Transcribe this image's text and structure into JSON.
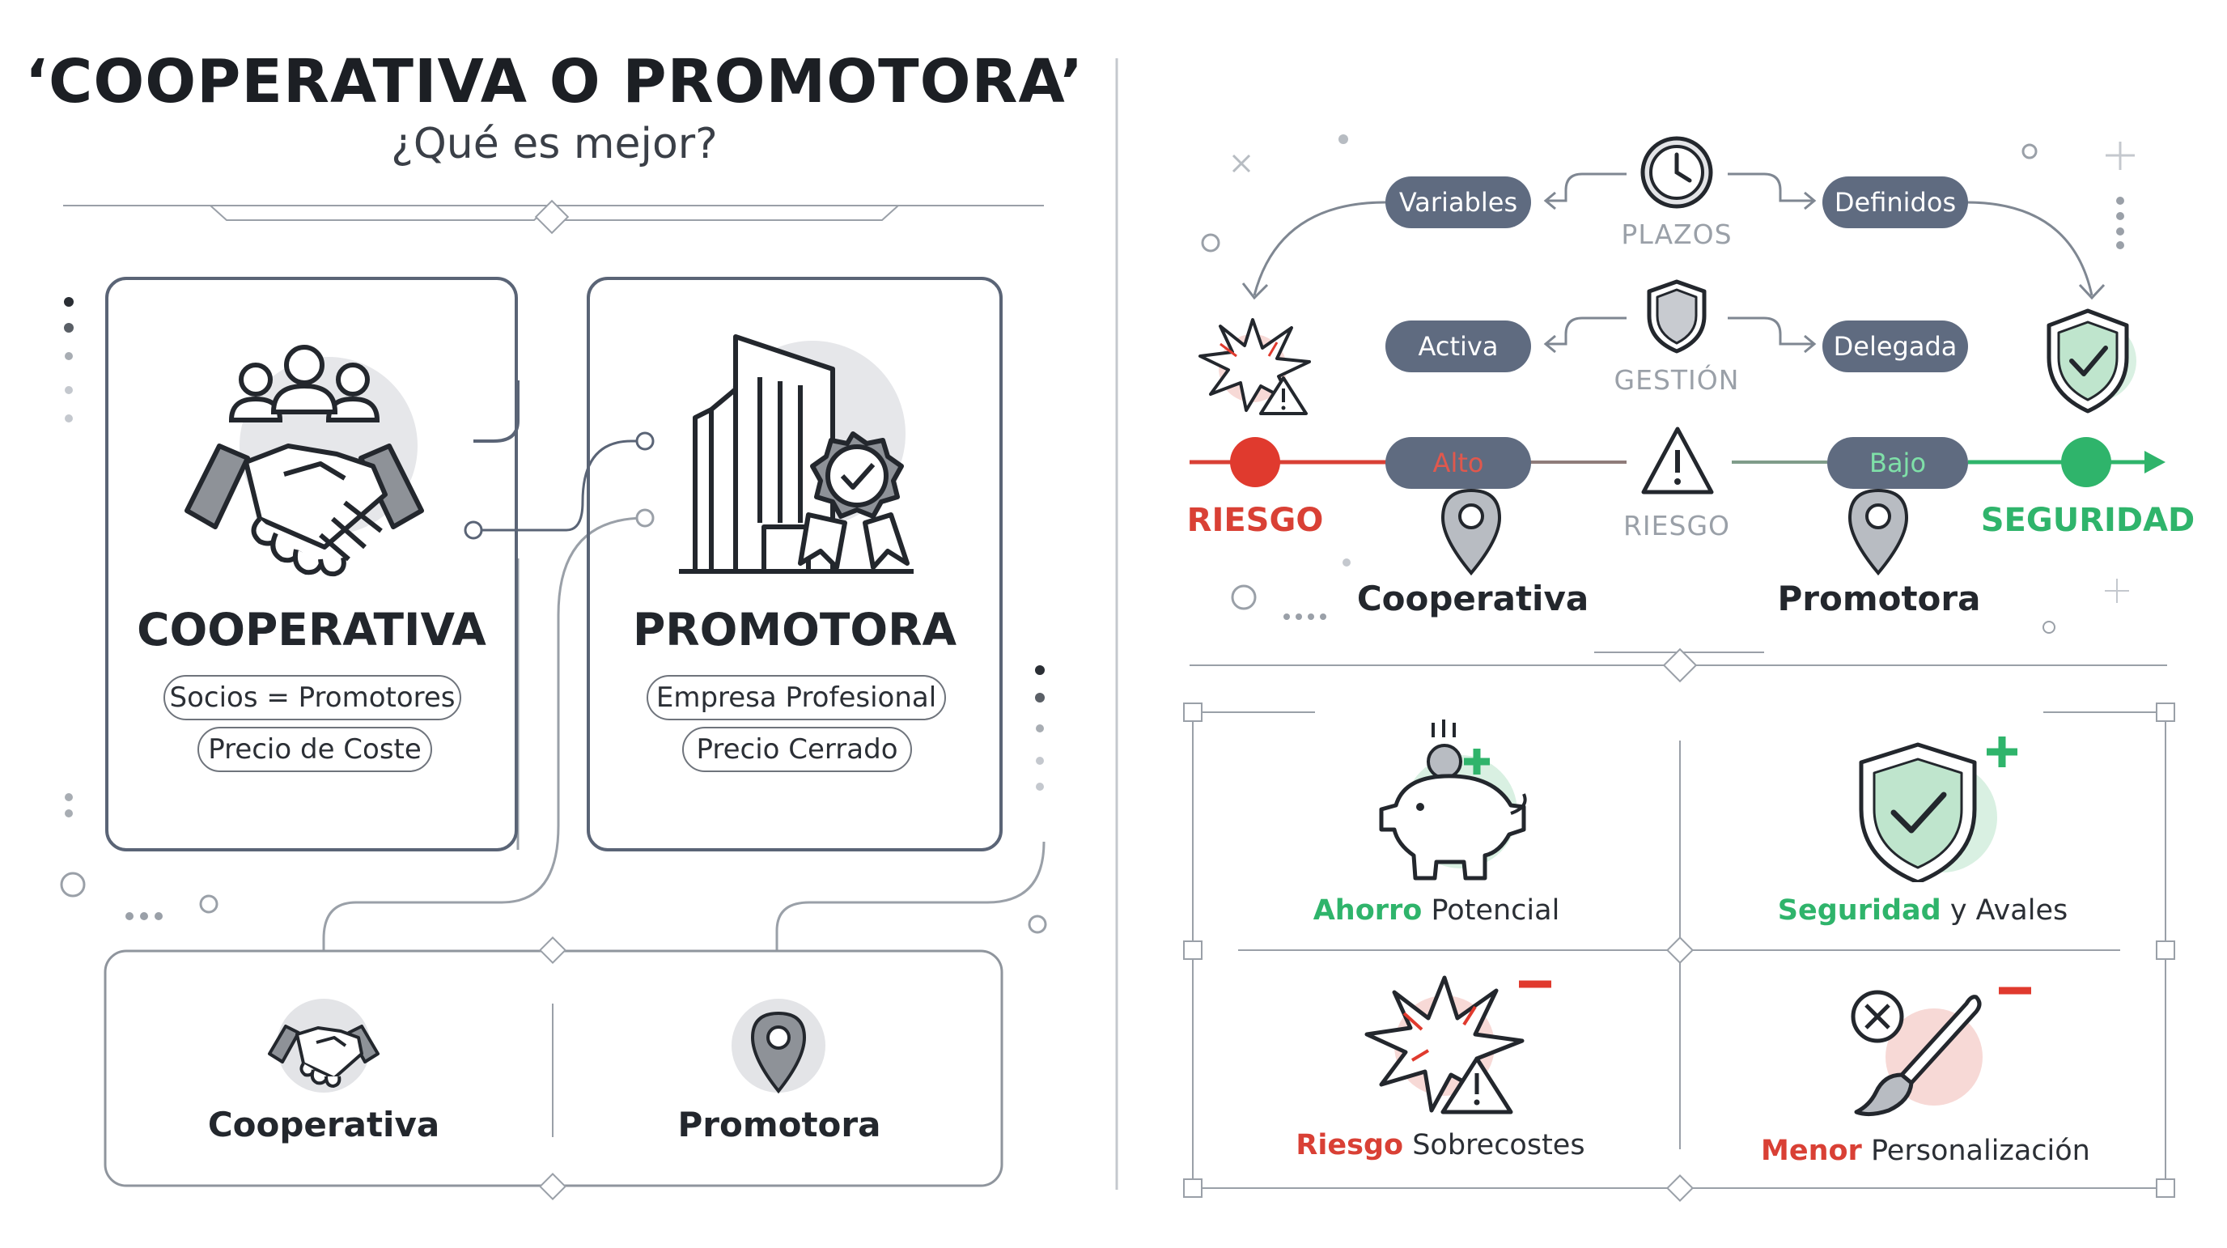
{
  "header": {
    "title": "‘COOPERATIVA O PROMOTORA’",
    "subtitle": "¿Qué es mejor?"
  },
  "cards": {
    "cooperativa": {
      "title": "COOPERATIVA",
      "tags": [
        "Socios = Promotores",
        "Precio de Coste"
      ]
    },
    "promotora": {
      "title": "PROMOTORA",
      "tags": [
        "Empresa Profesional",
        "Precio Cerrado"
      ]
    }
  },
  "bottom_panel": {
    "left_label": "Cooperativa",
    "right_label": "Promotora"
  },
  "comparison": {
    "plazos": {
      "label": "PLAZOS",
      "left": "Variables",
      "right": "Definidos"
    },
    "gestion": {
      "label": "GESTIÓN",
      "left": "Activa",
      "right": "Delegada"
    },
    "riesgo": {
      "label": "RIESGO",
      "left": "Alto",
      "right": "Bajo"
    },
    "scale_left": "RIESGO",
    "scale_right": "SEGURIDAD",
    "marker_left": "Cooperativa",
    "marker_right": "Promotora"
  },
  "features": [
    {
      "highlight": "Ahorro",
      "rest": "Potencial",
      "sign": "+"
    },
    {
      "highlight": "Seguridad",
      "rest": "y Avales",
      "sign": "+"
    },
    {
      "highlight": "Riesgo",
      "rest": "Sobrecostes",
      "sign": "−"
    },
    {
      "highlight": "Menor",
      "rest": "Personalización",
      "sign": "−"
    }
  ],
  "colors": {
    "risk": "#d94035",
    "safety": "#2fb46b",
    "chip": "#5f6b80",
    "card_border": "#5a6476"
  },
  "icons": [
    "handshake-group-icon",
    "building-badge-icon",
    "clock-icon",
    "shield-icon",
    "explosion-warning-icon",
    "shield-check-icon",
    "warning-icon",
    "location-pin-icon",
    "piggy-bank-icon",
    "brush-cross-icon"
  ]
}
